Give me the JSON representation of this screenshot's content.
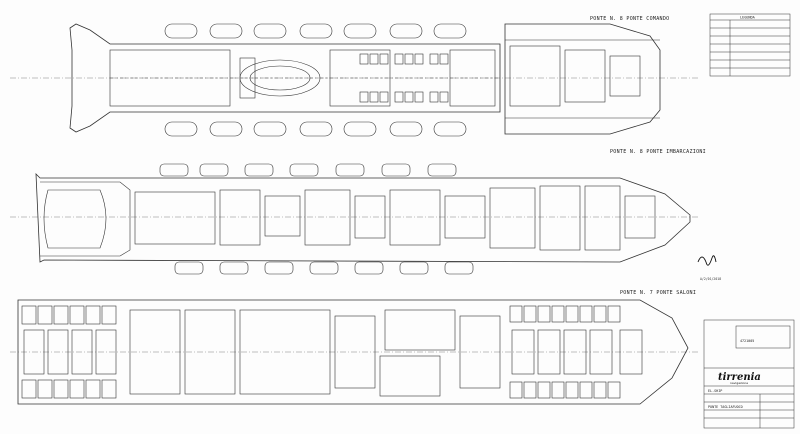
{
  "decks": {
    "deck1": {
      "title": "PONTE N. 8 PONTE COMANDO"
    },
    "deck2": {
      "title": "PONTE N. 8 PONTE IMBARCAZIONI"
    },
    "deck3": {
      "title": "PONTE N. 7 PONTE SALONI"
    }
  },
  "legend": {
    "title": "LEGENDA"
  },
  "signature": {
    "number": "A/2/01/2018"
  },
  "title_block": {
    "brand": "tirrenia",
    "brand_sub": "navigazione",
    "ship": "EL-SHIP",
    "deck_label": "PONTE TAGLIAFUOCO",
    "drawing_no": "4721005"
  }
}
